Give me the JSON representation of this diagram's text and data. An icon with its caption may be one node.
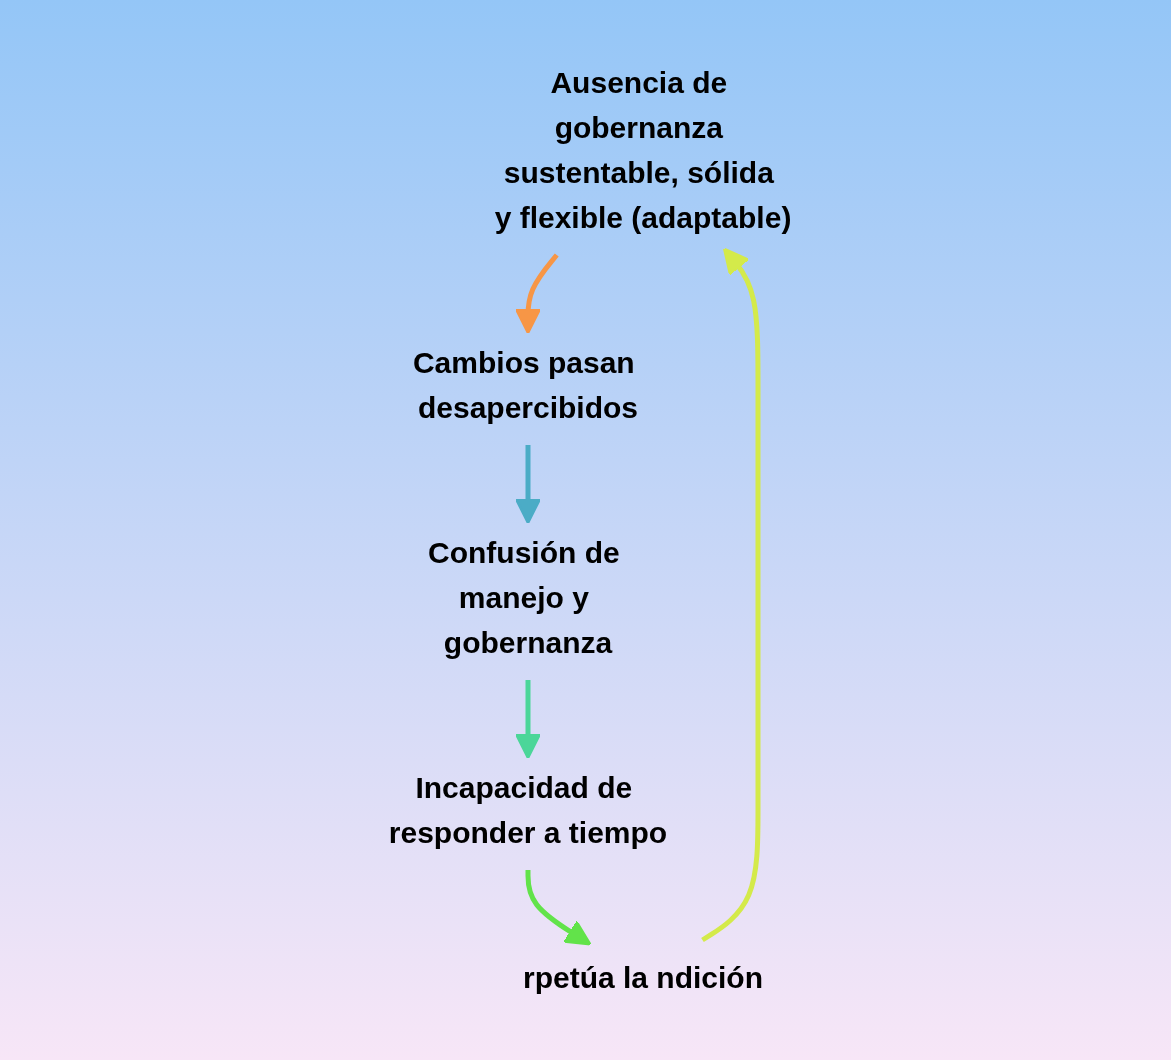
{
  "diagram": {
    "nodes": [
      {
        "text": [
          "Ausencia de gobernanza sustentable, sólida y flexible (adaptable)"
        ]
      },
      {
        "text": [
          "Cambios pasan desapercibidos"
        ]
      },
      {
        "text": [
          "Confusión de manejo y gobernanza"
        ]
      },
      {
        "text": [
          "Incapacidad de responder a tiempo"
        ]
      },
      {
        "text": [
          "rpetúa la ndición"
        ]
      }
    ],
    "edges": [
      {
        "from": 0,
        "to": 1,
        "arrow": "to",
        "color": "#f79646"
      },
      {
        "from": 1,
        "to": 2,
        "arrow": "to",
        "color": "#4bacc6"
      },
      {
        "from": 2,
        "to": 3,
        "arrow": "to",
        "color": "#4bd699"
      },
      {
        "from": 3,
        "to": 4,
        "arrow": "to",
        "color": "#62e34a"
      },
      {
        "from": 4,
        "to": 0,
        "arrow": "to",
        "color": "#d4ea4a"
      }
    ]
  }
}
